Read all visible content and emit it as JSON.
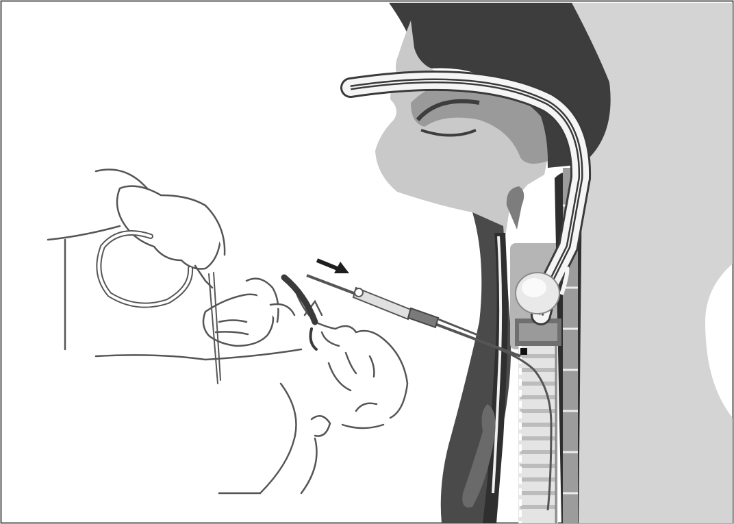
{
  "figure": {
    "labels": [],
    "elements": [
      "illustration-frame",
      "cross-section-head-neck",
      "endotracheal-tube",
      "tube-cuff-balloon",
      "trachea-rings",
      "cervical-spine",
      "catheter-needle-assembly",
      "direction-arrow",
      "patient-head-outline",
      "operator-hands",
      "suction-tubing-loop"
    ],
    "colors": {
      "background": "#ffffff",
      "dark_tissue": "#3d3d3d",
      "mid_gray": "#8c8c8c",
      "light_gray": "#cfcfcf",
      "pale_gray": "#e2e2e2",
      "line": "#505050",
      "tube_white": "#f5f5f5"
    }
  }
}
